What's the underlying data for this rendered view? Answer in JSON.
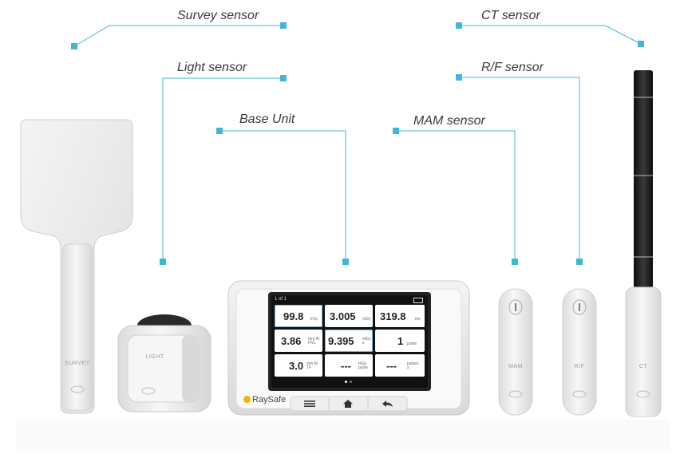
{
  "labels": {
    "survey": "Survey sensor",
    "ct": "CT sensor",
    "light": "Light sensor",
    "rf": "R/F sensor",
    "base": "Base Unit",
    "mam": "MAM sensor"
  },
  "device_text": {
    "survey": "SURVEY",
    "light": "LIGHT",
    "mam": "MAM",
    "rf": "R/F",
    "ct": "CT",
    "brand": "RaySafe"
  },
  "screen": {
    "page": "1 of 1",
    "cells": [
      {
        "value": "99.8",
        "unit": "kVp"
      },
      {
        "value": "3.005",
        "unit": "mGy"
      },
      {
        "value": "319.8",
        "unit": "ms"
      },
      {
        "value": "3.86",
        "unit": "mm Al HVL"
      },
      {
        "value": "9.395",
        "unit": "mGy s"
      },
      {
        "value": "1",
        "unit": "pulse"
      },
      {
        "value": "3.0",
        "unit": "mm Al TF"
      },
      {
        "value": "---",
        "unit": "mGy pulse"
      },
      {
        "value": "---",
        "unit": "pulses s"
      }
    ]
  },
  "colors": {
    "accent": "#3fb8d6",
    "label": "#3a3a3a",
    "device_body": "#f2f2f2",
    "ct_probe": "#1c1c1c"
  },
  "icons": [
    "menu-icon",
    "home-icon",
    "back-icon",
    "raysafe-logo"
  ]
}
